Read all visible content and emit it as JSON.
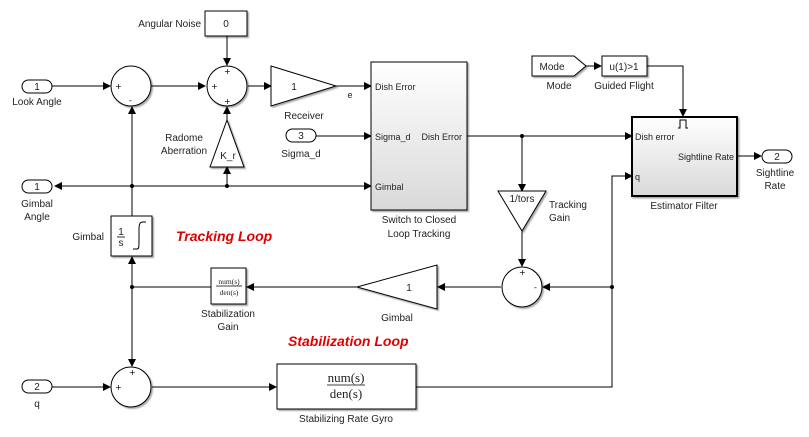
{
  "diagram": {
    "inports": [
      {
        "id": "look-angle",
        "number": "1",
        "label": "Look Angle"
      },
      {
        "id": "sigma-d",
        "number": "3",
        "label": "Sigma_d"
      },
      {
        "id": "q",
        "number": "2",
        "label": "q"
      }
    ],
    "outports": [
      {
        "id": "gimbal-angle",
        "number": "1",
        "label_line1": "Gimbal",
        "label_line2": "Angle"
      },
      {
        "id": "sightline-rate",
        "number": "2",
        "label_line1": "Sightline",
        "label_line2": "Rate"
      }
    ],
    "blocks": {
      "angular_noise": {
        "label": "Angular Noise",
        "value": "0"
      },
      "receiver": {
        "label": "Receiver",
        "value": "1",
        "output_signal": "e"
      },
      "radome": {
        "label_line1": "Radome",
        "label_line2": "Aberration",
        "value": "K_r"
      },
      "switch": {
        "label_line1": "Switch to Closed",
        "label_line2": "Loop Tracking",
        "in1": "Dish Error",
        "in2": "Sigma_d",
        "in3": "Gimbal",
        "out1": "Dish Error"
      },
      "mode": {
        "label": "Mode",
        "value": "Mode"
      },
      "guided_flight": {
        "label": "Guided Flight",
        "value": "u(1)>1"
      },
      "estimator": {
        "label": "Estimator Filter",
        "in1": "Dish error",
        "in2": "q",
        "out1": "Sightline Rate",
        "trigger": "⎍"
      },
      "tracking_gain": {
        "label_line1": "Tracking",
        "label_line2": "Gain",
        "value": "1/tors"
      },
      "gimbal_integrator": {
        "label": "Gimbal",
        "num": "1",
        "den": "s"
      },
      "gimbal_gain": {
        "label": "Gimbal",
        "value": "1"
      },
      "stabilization_gain": {
        "label_line1": "Stabilization",
        "label_line2": "Gain",
        "num": "num(s)",
        "den": "den(s)"
      },
      "rate_gyro": {
        "label": "Stabilizing Rate Gyro",
        "num": "num(s)",
        "den": "den(s)"
      }
    },
    "sums": {
      "sum1": {
        "left": "+",
        "bottom": "-"
      },
      "sum2": {
        "left": "+",
        "top": "+",
        "bottom": "+"
      },
      "sum3": {
        "top": "+",
        "right": "-"
      },
      "sum4": {
        "left": "+",
        "top": "+"
      }
    },
    "annotations": {
      "tracking_loop": "Tracking Loop",
      "stabilization_loop": "Stabilization Loop"
    },
    "colors": {
      "annotation": "#e00000"
    }
  }
}
